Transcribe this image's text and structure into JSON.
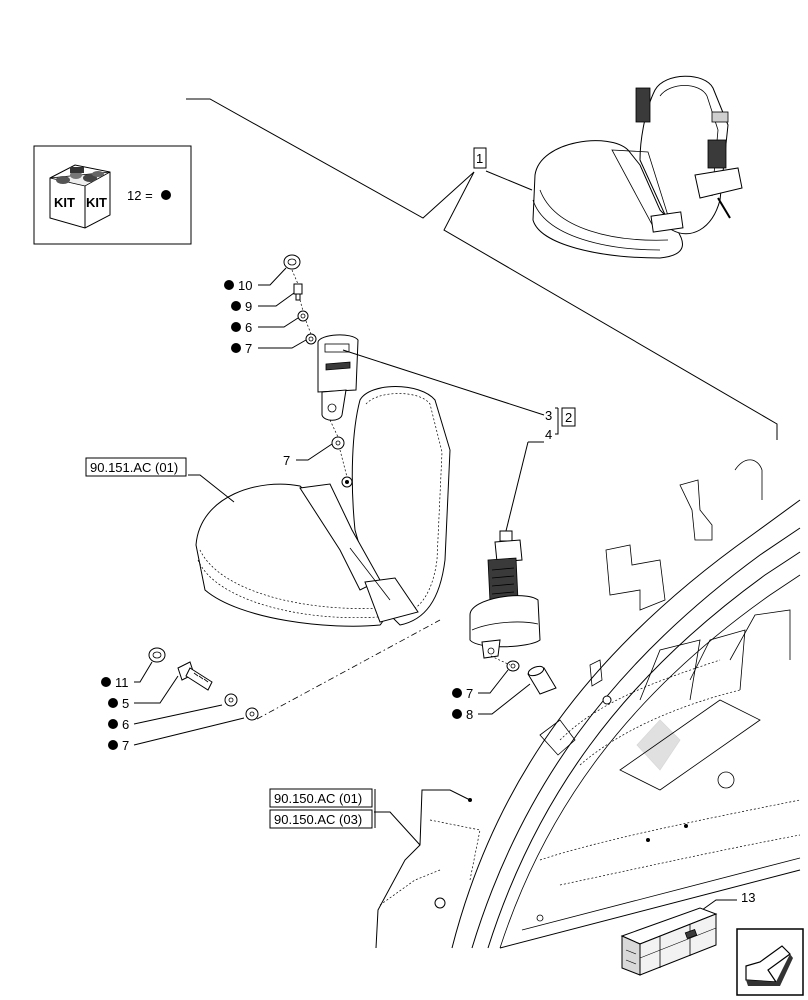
{
  "kit_box": {
    "kit_text_1": "KIT",
    "kit_text_2": "KIT",
    "legend": "12 = "
  },
  "callouts": {
    "c1": "1",
    "c2": "2",
    "c3": "3",
    "c4": "4",
    "c5": "5",
    "c6a": "6",
    "c6b": "6",
    "c7a": "7",
    "c7b": "7",
    "c7c": "7",
    "c7d": "7",
    "c8": "8",
    "c9": "9",
    "c10": "10",
    "c11": "11",
    "c13": "13"
  },
  "references": {
    "seat": "90.151.AC (01)",
    "cab_a": "90.150.AC (01)",
    "cab_b": "90.150.AC (03)"
  },
  "icons": {
    "kit": "kit-parts-box-icon",
    "crate": "shipping-crate-icon",
    "nav": "next-page-arrow-icon"
  }
}
